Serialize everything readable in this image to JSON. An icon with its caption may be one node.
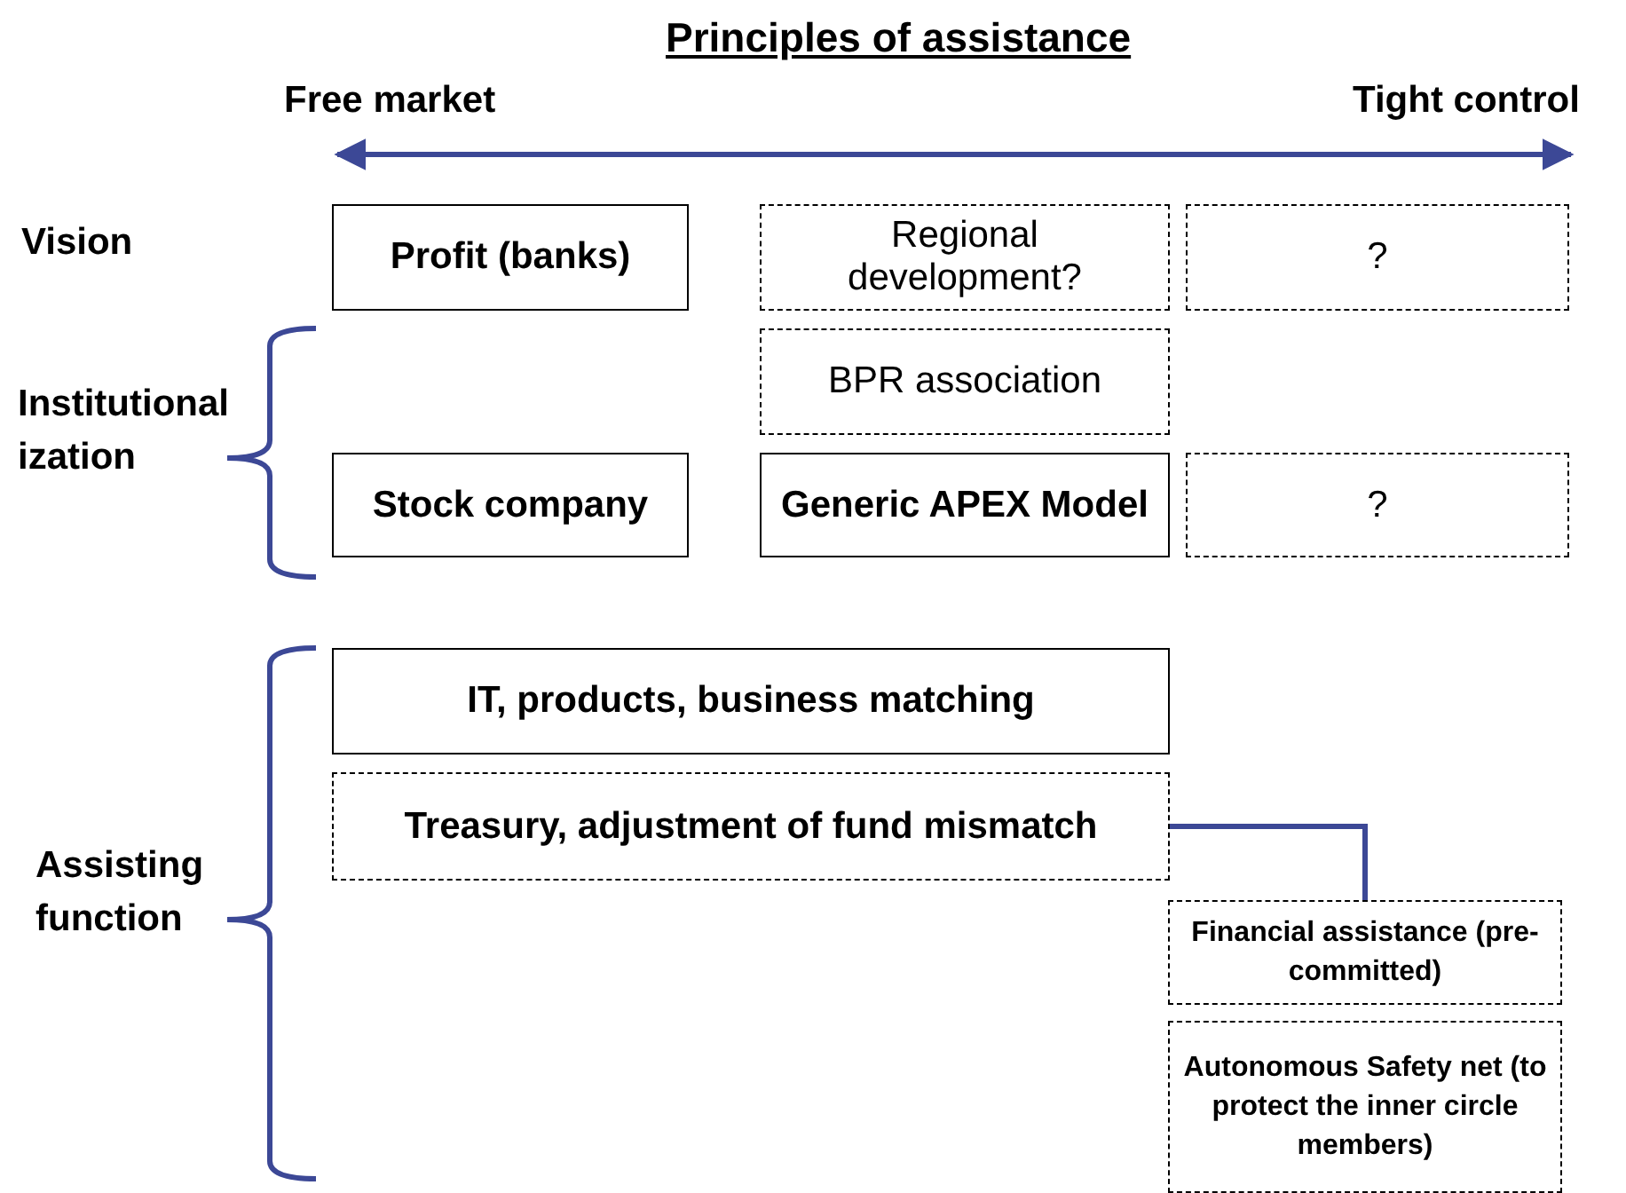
{
  "diagram": {
    "title": "Principles of assistance",
    "nodes": [
      {
        "text": [
          "Profit (banks)"
        ]
      },
      {
        "text": [
          "Regional development?"
        ]
      },
      {
        "text": [
          "?"
        ]
      },
      {
        "text": [
          "BPR association"
        ]
      },
      {
        "text": [
          "Stock company"
        ]
      },
      {
        "text": [
          "Generic APEX Model"
        ]
      },
      {
        "text": [
          "?"
        ]
      },
      {
        "text": [
          "IT, products, business matching"
        ]
      },
      {
        "text": [
          "Treasury, adjustment of fund mismatch"
        ]
      },
      {
        "text": [
          "Financial assistance (pre-committed)"
        ]
      },
      {
        "text": [
          "Autonomous Safety net (to protect the inner circle members)"
        ]
      }
    ],
    "edges": [
      {
        "from": 8,
        "to": 9,
        "arrow": "none"
      }
    ],
    "labels": [
      "Free market",
      "Tight control",
      "Vision",
      "Institutional ization",
      "Assisting function"
    ]
  }
}
